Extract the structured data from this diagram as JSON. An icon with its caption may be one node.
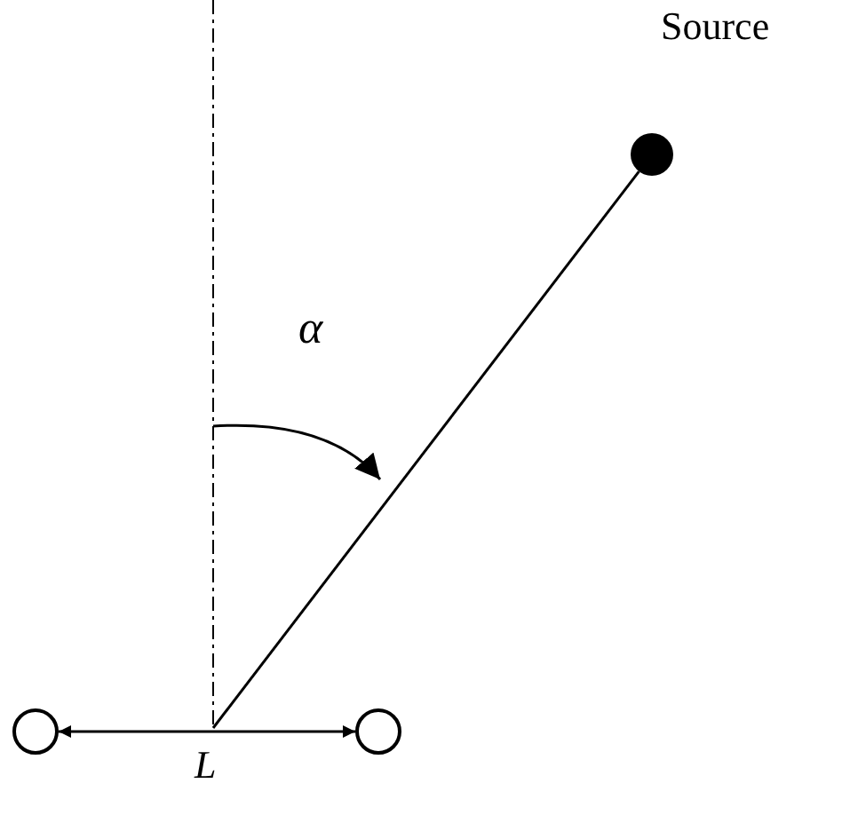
{
  "diagram": {
    "nodes": [
      {
        "text": [],
        "shape": "circle",
        "beside": [
          "Source"
        ]
      },
      {
        "text": [],
        "shape": "circle"
      },
      {
        "text": [],
        "shape": "circle"
      }
    ],
    "edges": [
      {
        "from": 0,
        "to": null,
        "arrow": "none"
      },
      {
        "from": 1,
        "to": 2,
        "arrow": "both",
        "label": "L"
      }
    ],
    "labels": [
      "α"
    ]
  }
}
